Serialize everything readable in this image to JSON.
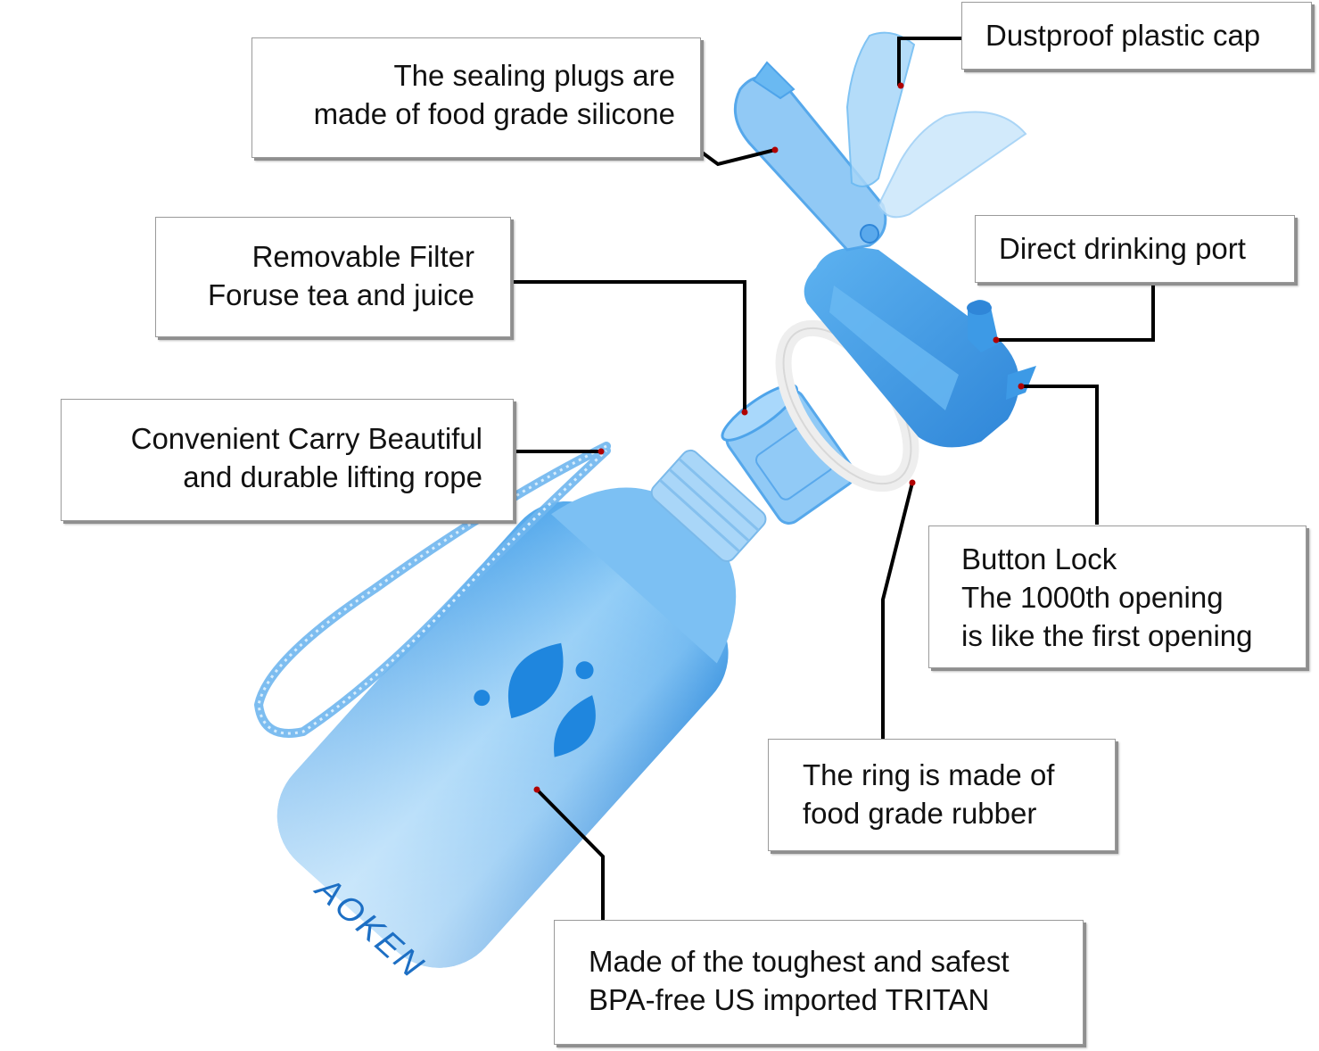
{
  "colors": {
    "bottle": "#5fb0ee",
    "bottle_light": "#bfe2fb",
    "lid": "#3d9ae6",
    "cap": "#8cc7f5",
    "logo": "#1f86de",
    "leader_line": "#000000",
    "anchor_dot": "#b00000"
  },
  "bottle": {
    "brand": "AOKEN"
  },
  "callouts": {
    "cap": {
      "lines": [
        "Dustproof plastic cap"
      ]
    },
    "plugs": {
      "lines": [
        "The sealing plugs are",
        "made of food grade silicone"
      ]
    },
    "filter": {
      "lines": [
        "Removable Filter",
        "Foruse tea and juice"
      ]
    },
    "rope": {
      "lines": [
        "Convenient Carry Beautiful",
        "and durable lifting rope"
      ]
    },
    "port": {
      "lines": [
        "Direct drinking port"
      ]
    },
    "button": {
      "lines": [
        "Button Lock",
        "The 1000th opening",
        "is like the first opening"
      ]
    },
    "ring": {
      "lines": [
        "The ring is made of",
        "food grade rubber"
      ]
    },
    "material": {
      "lines": [
        "Made of the toughest and safest",
        "BPA-free US imported TRITAN"
      ]
    }
  }
}
